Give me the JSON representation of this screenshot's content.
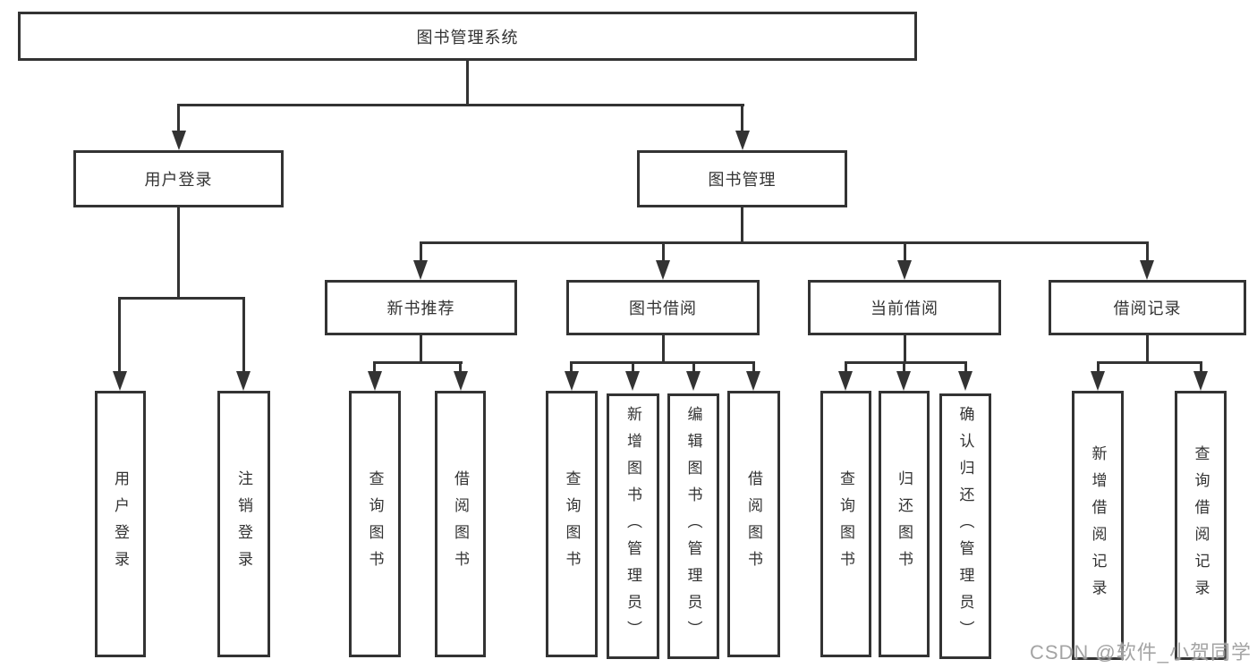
{
  "page": {
    "background": "#ffffff",
    "line_color": "#333333",
    "box_border_color": "#333333",
    "box_fill": "#ffffff",
    "text_color": "#333333"
  },
  "diagram": {
    "root": {
      "label": "图书管理系统"
    },
    "branches": [
      {
        "label": "用户登录",
        "children": [
          {
            "label": "用户登录"
          },
          {
            "label": "注销登录"
          }
        ]
      },
      {
        "label": "图书管理",
        "children": [
          {
            "label": "新书推荐",
            "children": [
              {
                "label": "查询图书"
              },
              {
                "label": "借阅图书"
              }
            ]
          },
          {
            "label": "图书借阅",
            "children": [
              {
                "label": "查询图书"
              },
              {
                "label": "新增图书（管理员）"
              },
              {
                "label": "编辑图书（管理员）"
              },
              {
                "label": "借阅图书"
              }
            ]
          },
          {
            "label": "当前借阅",
            "children": [
              {
                "label": "查询图书"
              },
              {
                "label": "归还图书"
              },
              {
                "label": "确认归还（管理员）"
              }
            ]
          },
          {
            "label": "借阅记录",
            "children": [
              {
                "label": "新增借阅记录"
              },
              {
                "label": "查询借阅记录"
              }
            ]
          }
        ]
      }
    ]
  },
  "watermark": {
    "text": "CSDN @软件_小贺同学"
  }
}
